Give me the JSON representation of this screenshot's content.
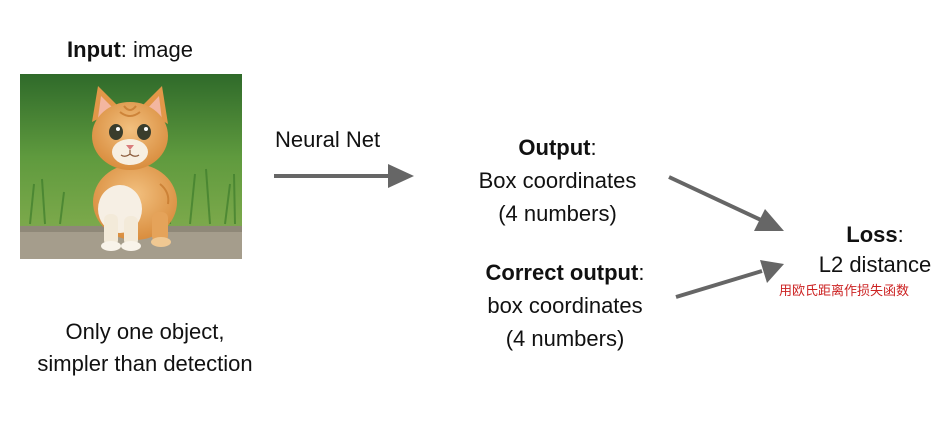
{
  "input": {
    "bold": "Input",
    "rest": ": image"
  },
  "caption": {
    "line1": "Only one object,",
    "line2": "simpler than detection"
  },
  "arrow_label": "Neural Net",
  "output": {
    "bold": "Output",
    "colon": ":",
    "line2": "Box coordinates",
    "line3": "(4 numbers)"
  },
  "correct_output": {
    "bold": "Correct output",
    "colon": ":",
    "line2": "box coordinates",
    "line3": "(4 numbers)"
  },
  "loss": {
    "bold": "Loss",
    "colon": ":",
    "line2": "L2 distance",
    "note": "用欧氏距离作损失函数"
  },
  "colors": {
    "arrow": "#666666",
    "note": "#cc2222",
    "fur": "#e9a85c",
    "grass": "#4f8a36"
  }
}
